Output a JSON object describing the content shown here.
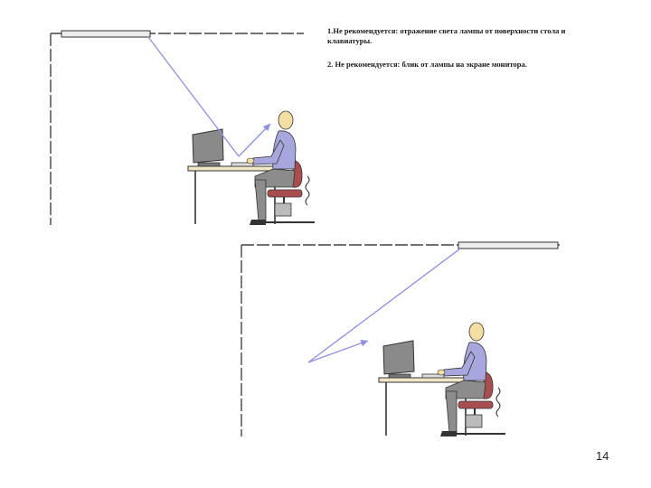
{
  "captions": {
    "item1": "1.Не рекомендуется: отражение света  лампы от поверхности стола и клавиатуры.",
    "item2": "2. Не рекомендуется: блик от лампы на экране монитора."
  },
  "page_number": "14",
  "colors": {
    "ray": "#8f8fe0",
    "shirt": "#a7a7dd",
    "skin": "#f3dfa2",
    "trousers": "#8c8c8c",
    "chair": "#a94e4e",
    "monitor": "#8a8a8a",
    "desk": "#efe7c6",
    "line": "#333333"
  }
}
